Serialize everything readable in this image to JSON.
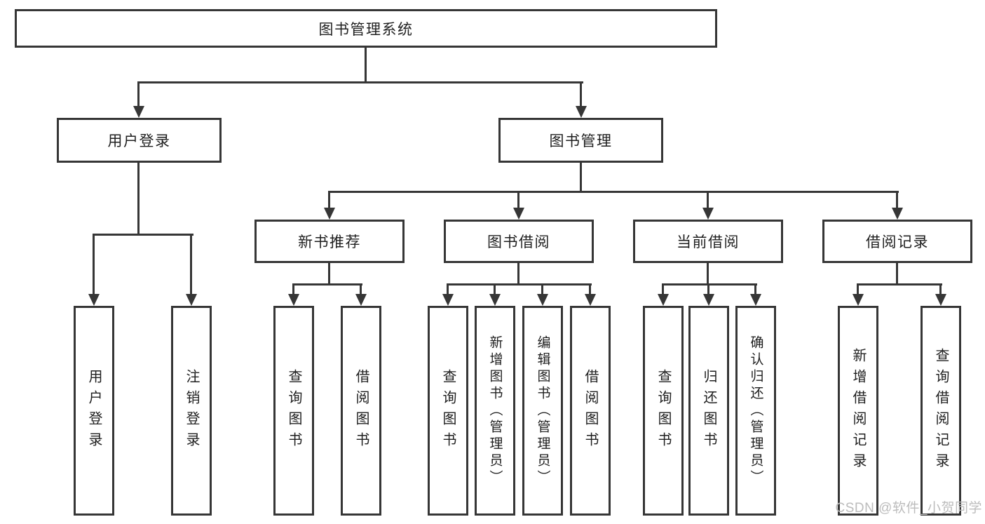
{
  "diagram": {
    "title": "图书管理系统",
    "level2": {
      "user_login": "用户登录",
      "book_mgmt": "图书管理"
    },
    "level3": {
      "new_books": "新书推荐",
      "book_borrow": "图书借阅",
      "current_borrow": "当前借阅",
      "borrow_records": "借阅记录"
    },
    "leaves": {
      "user_login": [
        "用户登录",
        "注销登录"
      ],
      "new_books": [
        "查询图书",
        "借阅图书"
      ],
      "book_borrow": [
        "查询图书",
        "新增图书（管理员）",
        "编辑图书（管理员）",
        "借阅图书"
      ],
      "current_borrow": [
        "查询图书",
        "归还图书",
        "确认归还（管理员）"
      ],
      "borrow_records": [
        "新增借阅记录",
        "查询借阅记录"
      ]
    },
    "watermark": "CSDN @软件_小贺同学",
    "colors": {
      "line": "#363636",
      "text": "#1f1f1f",
      "watermark": "#bcbcbc",
      "background": "#ffffff"
    }
  }
}
